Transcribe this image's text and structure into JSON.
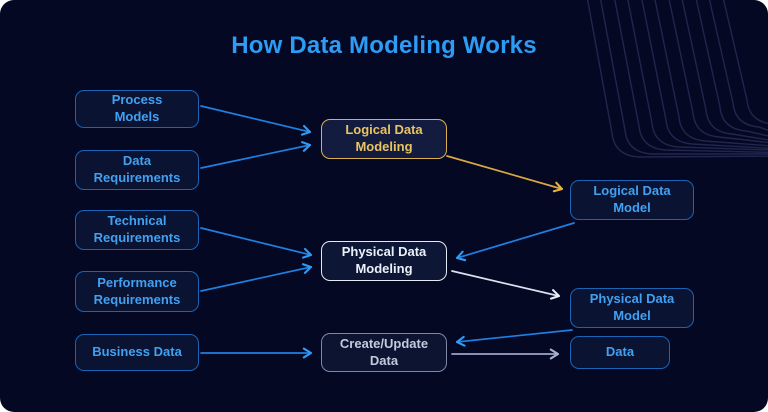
{
  "title": "How Data Modeling Works",
  "colors": {
    "background": "#050823",
    "title_text": "#2D9CF4",
    "blue_node_border": "#1A63B5",
    "blue_node_text": "#41A0F2",
    "gold_node": "#D9B14A",
    "white_node": "#E4EAF4",
    "gray_node": "#7E88A6",
    "arrow_blue": "#1F7FE0",
    "arrow_gold": "#D9A93F",
    "arrow_white": "#D8E2F0",
    "arrow_lavender": "#9CA3C8"
  },
  "nodes": [
    {
      "id": "process-models",
      "label": "Process Models",
      "style": "blue"
    },
    {
      "id": "data-requirements",
      "label": "Data Requirements",
      "style": "blue"
    },
    {
      "id": "technical-requirements",
      "label": "Technical Requirements",
      "style": "blue"
    },
    {
      "id": "performance-requirements",
      "label": "Performance Requirements",
      "style": "blue"
    },
    {
      "id": "business-data",
      "label": "Business Data",
      "style": "blue"
    },
    {
      "id": "logical-data-modeling",
      "label": "Logical Data Modeling",
      "style": "gold"
    },
    {
      "id": "physical-data-modeling",
      "label": "Physical Data Modeling",
      "style": "white"
    },
    {
      "id": "create-update-data",
      "label": "Create/Update Data",
      "style": "gray"
    },
    {
      "id": "logical-data-model",
      "label": "Logical Data Model",
      "style": "blue"
    },
    {
      "id": "physical-data-model",
      "label": "Physical Data Model",
      "style": "blue"
    },
    {
      "id": "data",
      "label": "Data",
      "style": "blue"
    }
  ],
  "edges": [
    {
      "from": "process-models",
      "to": "logical-data-modeling",
      "color": "blue"
    },
    {
      "from": "data-requirements",
      "to": "logical-data-modeling",
      "color": "blue"
    },
    {
      "from": "logical-data-modeling",
      "to": "logical-data-model",
      "color": "gold"
    },
    {
      "from": "technical-requirements",
      "to": "physical-data-modeling",
      "color": "blue"
    },
    {
      "from": "performance-requirements",
      "to": "physical-data-modeling",
      "color": "blue"
    },
    {
      "from": "logical-data-model",
      "to": "physical-data-modeling",
      "color": "blue"
    },
    {
      "from": "physical-data-modeling",
      "to": "physical-data-model",
      "color": "white"
    },
    {
      "from": "business-data",
      "to": "create-update-data",
      "color": "blue"
    },
    {
      "from": "physical-data-model",
      "to": "create-update-data",
      "color": "blue"
    },
    {
      "from": "create-update-data",
      "to": "data",
      "color": "lavender"
    }
  ]
}
